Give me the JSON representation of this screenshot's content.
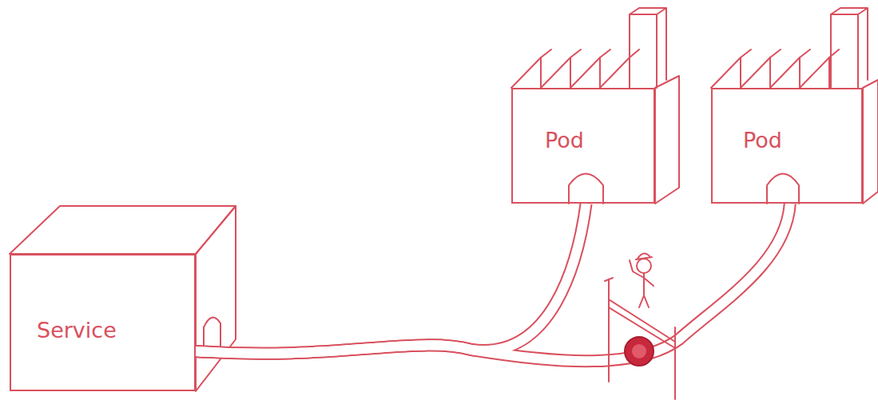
{
  "diagram": {
    "nodes": [
      {
        "text": [
          "Service"
        ]
      },
      {
        "text": [
          "Pod"
        ]
      },
      {
        "text": [
          "Pod"
        ]
      }
    ],
    "edges": [
      {
        "from": 0,
        "to": 1,
        "arrow": "none"
      },
      {
        "from": 0,
        "to": 2,
        "arrow": "none"
      }
    ]
  }
}
